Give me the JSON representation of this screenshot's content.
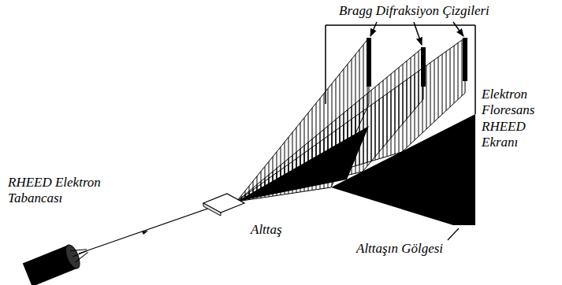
{
  "diagram": {
    "labels": [
      "Bragg Difraksiyon Çizgileri",
      "Elektron Floresans RHEED Ekranı",
      "RHEED Elektron Tabancası",
      "Alttaş",
      "Alttaşın Gölgesi"
    ]
  }
}
